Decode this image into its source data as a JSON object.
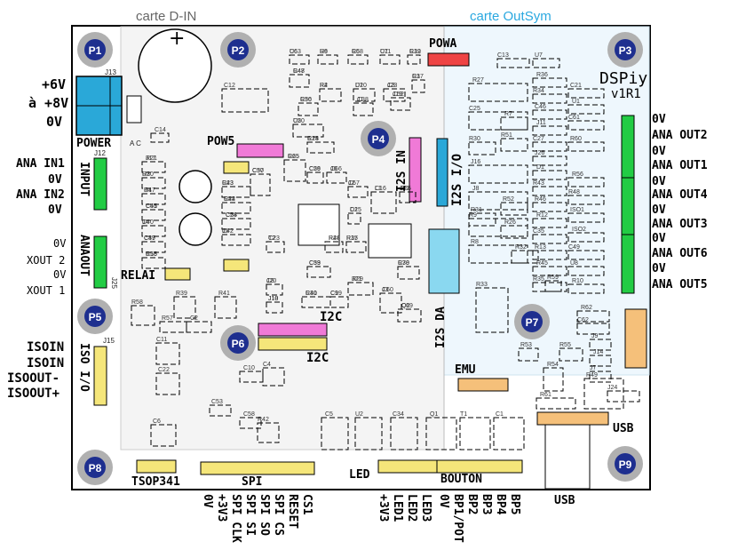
{
  "header": {
    "left_label": "carte D-IN",
    "right_label": "carte OutSym"
  },
  "colors": {
    "pad_circle": "#1e2f8f",
    "pad_ring": "#b0b0b0",
    "header_green": "#22cc44",
    "header_yellow": "#f5e67a",
    "header_pink": "#f07ad7",
    "header_red": "#ee4444",
    "header_cyan": "#2aa8d8",
    "header_orange": "#f5a623",
    "outsym_bg": "#eef7fd",
    "din_bg": "#f4f4f4",
    "cyan_text": "#2aa8e0"
  },
  "pads": [
    "P1",
    "P2",
    "P3",
    "P4",
    "P5",
    "P6",
    "P7",
    "P8",
    "P9"
  ],
  "board": {
    "title": "DSPiy",
    "version": "v1R1"
  },
  "power": {
    "label": "POWER",
    "l1": "+6V",
    "l2": "à +8V",
    "l3": "0V",
    "ref": "J13",
    "pins": "A C"
  },
  "input": {
    "label": "INPUT",
    "ref": "J12",
    "l1": "ANA IN1",
    "l2": "0V",
    "l3": "ANA IN2",
    "l4": "0V"
  },
  "anaout": {
    "label": "ANAOUT",
    "ref": "J25",
    "l1": "0V",
    "l2": "XOUT 2",
    "l3": "0V",
    "l4": "XOUT 1"
  },
  "iso": {
    "label": "ISO I/O",
    "ref": "J15",
    "l1": "ISOIN",
    "l2": "ISOIN",
    "l3": "ISOOUT-",
    "l4": "ISOOUT+"
  },
  "right_outputs": [
    "0V",
    "ANA OUT2",
    "0V",
    "ANA OUT1",
    "0V",
    "ANA OUT4",
    "0V",
    "ANA OUT3",
    "0V",
    "ANA OUT6",
    "0V",
    "ANA OUT5"
  ],
  "tags": {
    "relai": "RELAI",
    "pow5": "POW5",
    "powa": "POWA",
    "i2s_in": "I2S IN",
    "i2s_io": "I2S I/O",
    "i2s_da": "I2S DA",
    "i2c_a": "I2C",
    "i2c_b": "I2C",
    "emu": "EMU",
    "usb_a": "USB",
    "usb_b": "USB",
    "tsop": "TSOP341",
    "spi": "SPI",
    "led": "LED",
    "bouton": "BOUTON"
  },
  "bottom_spi": [
    "0V",
    "+3V3",
    "SPI CLK",
    "SPI SI",
    "SPI SO",
    "SPI CS",
    "RESET",
    "CS1"
  ],
  "bottom_led": [
    "+3V3",
    "LED1",
    "LED2",
    "LED3"
  ],
  "bottom_bouton": [
    "0V",
    "BP1/POT",
    "BP2",
    "BP3",
    "BP4",
    "BP5"
  ],
  "components": [
    "C63",
    "U9",
    "C68",
    "U11",
    "C32",
    "R47",
    "R4",
    "U10",
    "J23",
    "C37",
    "C36",
    "C38",
    "C20",
    "C52",
    "R21",
    "R20",
    "R17",
    "C51",
    "J4",
    "C39",
    "C55",
    "R23",
    "R22",
    "C54",
    "J5",
    "C57",
    "R25",
    "R24",
    "C56",
    "J6",
    "J2",
    "D2",
    "L1",
    "C26",
    "T2",
    "R28",
    "R37",
    "C59",
    "R29",
    "R38",
    "C60",
    "C69",
    "C8",
    "J10",
    "R40",
    "C9",
    "R39",
    "R41",
    "R58",
    "R57",
    "C2",
    "C11",
    "C22",
    "C10",
    "C4",
    "C53",
    "C58",
    "R42",
    "C6",
    "C5",
    "U2",
    "C34",
    "Q1",
    "T1",
    "C1",
    "R36",
    "R34",
    "C46",
    "J11",
    "C27",
    "J26",
    "D1",
    "R43",
    "R46",
    "R12",
    "C35",
    "R13",
    "R45",
    "R35",
    "C21",
    "U1",
    "C61",
    "R60",
    "R56",
    "R48",
    "ISO1",
    "ISO2",
    "C49",
    "U8",
    "R10",
    "C13",
    "U7",
    "R27",
    "C25",
    "J16",
    "J8",
    "R9",
    "R8",
    "R7",
    "R51",
    "R52",
    "R26",
    "R30",
    "R31",
    "R32",
    "R33",
    "R53",
    "R54",
    "R55",
    "J9",
    "J14",
    "J7",
    "R49",
    "R61",
    "J24",
    "R59",
    "R62",
    "C62",
    "C12",
    "C14",
    "U6",
    "R6",
    "R5",
    "C7",
    "R19",
    "C48",
    "R2",
    "D2",
    "C3",
    "R1",
    "R50",
    "J1",
    "U5",
    "J19",
    "J17",
    "U3",
    "U4",
    "C45",
    "C40",
    "C47",
    "R18",
    "C43",
    "C44",
    "C28",
    "C42",
    "C30",
    "C65",
    "C18",
    "C29",
    "C66",
    "C67",
    "C15",
    "C16",
    "J22",
    "C23",
    "R44",
    "R15",
    "C33",
    "J21",
    "C70",
    "J3",
    "Q2",
    "J20",
    "J18",
    "C31",
    "C19"
  ]
}
